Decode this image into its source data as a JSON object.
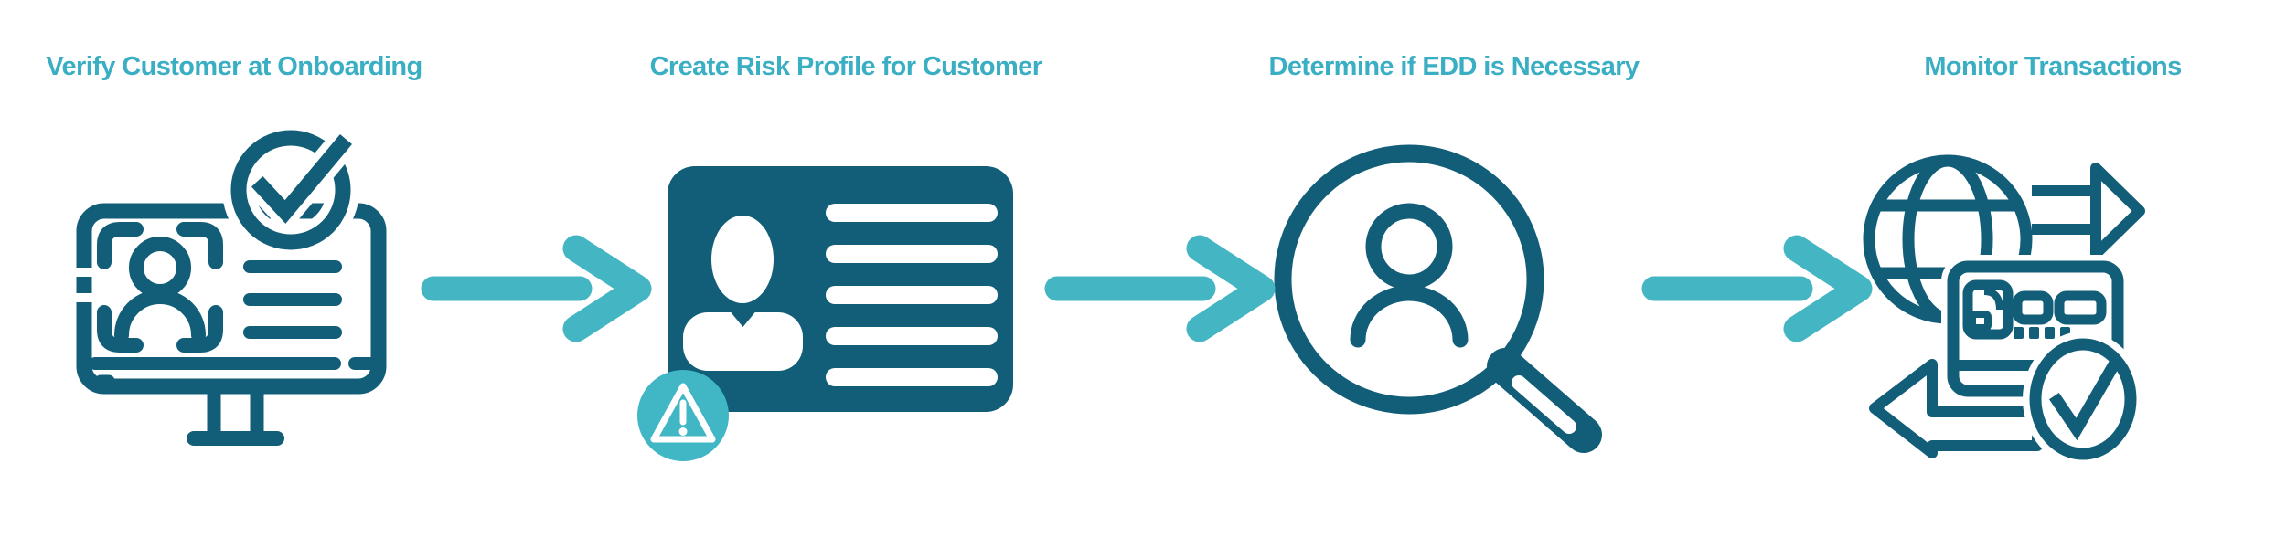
{
  "colors": {
    "background": "#ffffff",
    "title_text": "#3aaec2",
    "icon_dark_teal": "#125e78",
    "arrow_teal": "#44b6c3",
    "warning_badge_teal": "#41b7c6"
  },
  "steps": [
    {
      "label": "Verify Customer at Onboarding",
      "icon": "monitor-identity-verification-icon"
    },
    {
      "label": "Create Risk Profile for Customer",
      "icon": "risk-profile-id-card-icon"
    },
    {
      "label": "Determine if EDD is Necessary",
      "icon": "magnifying-glass-customer-icon"
    },
    {
      "label": "Monitor Transactions",
      "icon": "global-card-transactions-icon"
    }
  ],
  "connectors": [
    {
      "icon": "flow-arrow-right-icon"
    },
    {
      "icon": "flow-arrow-right-icon"
    },
    {
      "icon": "flow-arrow-right-icon"
    }
  ]
}
